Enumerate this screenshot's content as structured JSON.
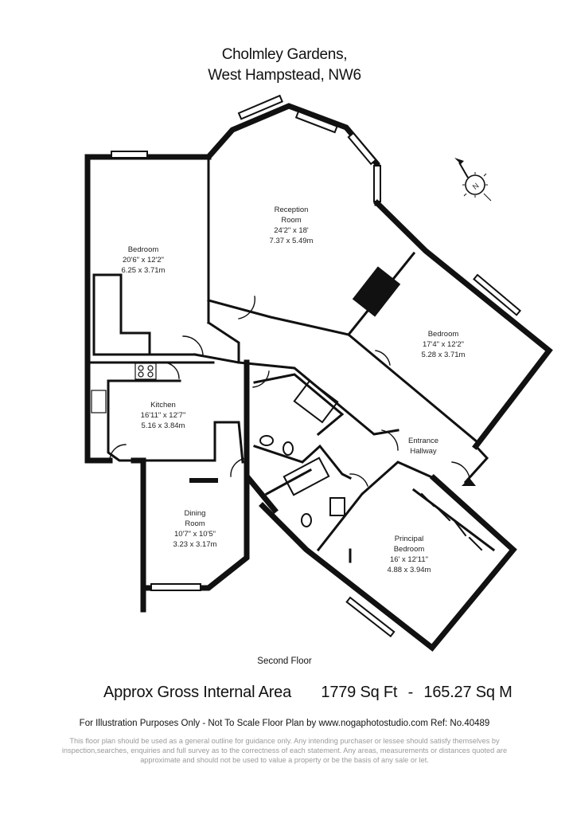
{
  "header": {
    "line1": "Cholmley Gardens,",
    "line2": "West Hampstead, NW6"
  },
  "compass": {
    "label": "N",
    "icon": "north-arrow-icon"
  },
  "rooms": {
    "reception": {
      "name": "Reception",
      "name2": "Room",
      "imperial": "24'2\" x 18'",
      "metric": "7.37 x 5.49m"
    },
    "bedroom_left": {
      "name": "Bedroom",
      "imperial": "20'6\" x 12'2\"",
      "metric": "6.25 x 3.71m"
    },
    "bedroom_right": {
      "name": "Bedroom",
      "imperial": "17'4\" x 12'2\"",
      "metric": "5.28 x 3.71m"
    },
    "kitchen": {
      "name": "Kitchen",
      "imperial": "16'11\" x 12'7\"",
      "metric": "5.16 x 3.84m"
    },
    "dining": {
      "name": "Dining",
      "name2": "Room",
      "imperial": "10'7\" x 10'5\"",
      "metric": "3.23 x 3.17m"
    },
    "entrance": {
      "name": "Entrance",
      "name2": "Hallway"
    },
    "principal": {
      "name": "Principal",
      "name2": "Bedroom",
      "imperial": "16' x 12'11\"",
      "metric": "4.88 x 3.94m"
    }
  },
  "floor_label": "Second Floor",
  "area": {
    "label": "Approx Gross Internal Area",
    "sqft": "1779 Sq Ft",
    "separator": "-",
    "sqm": "165.27 Sq M"
  },
  "disclaimer": "For Illustration Purposes Only - Not To Scale  Floor Plan by www.nogaphotostudio.com  Ref: No.40489",
  "small_print": "This floor plan should be used as a general outline for guidance only. Any intending purchaser or lessee should satisfy themselves by inspection,searches, enquiries and full survey as to the correctness of each statement. Any areas, measurements or distances quoted are approximate and should not be used to value a property or be the basis of any sale or let."
}
